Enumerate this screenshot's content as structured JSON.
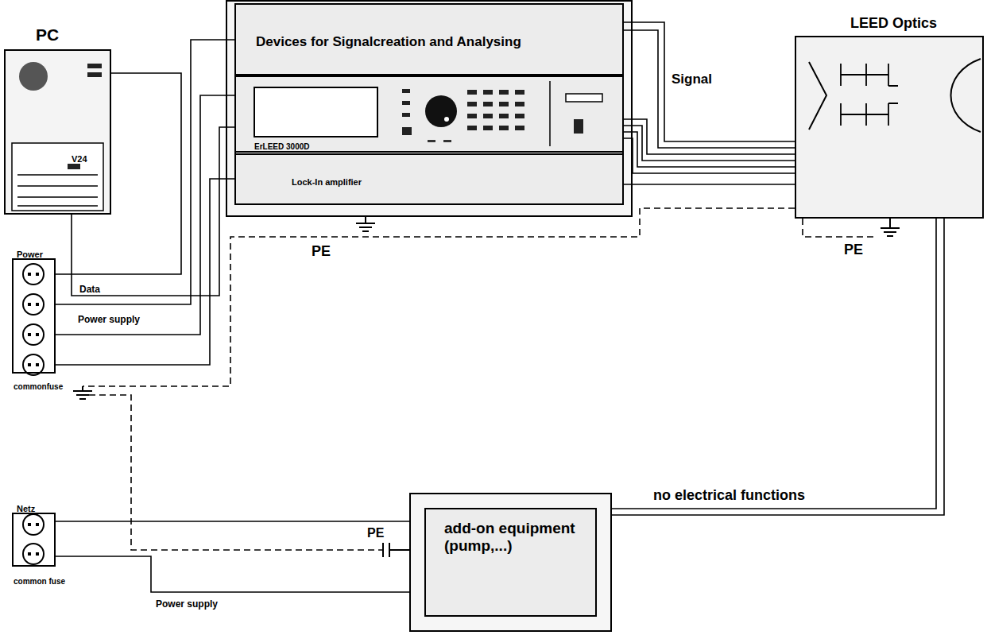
{
  "diagram": {
    "nodes": [
      {
        "text": [
          "PC",
          "V24"
        ]
      },
      {
        "text": [
          "Devices for Signalcreation and Analysing"
        ]
      },
      {
        "text": [
          "ErLEED 3000D"
        ]
      },
      {
        "text": [
          "Lock-In amplifier"
        ]
      },
      {
        "text": [
          "LEED Optics"
        ]
      },
      {
        "text": [
          "Power",
          "commonfuse"
        ]
      },
      {
        "text": [
          "add-on equipment (pump,...)"
        ]
      },
      {
        "text": [
          "Netz",
          "common fuse"
        ]
      }
    ],
    "edges": [
      {
        "from": 5,
        "to": 0,
        "arrow": "none"
      },
      {
        "from": 5,
        "to": 1,
        "arrow": "none",
        "label": "Power supply"
      },
      {
        "from": 5,
        "to": 2,
        "arrow": "none"
      },
      {
        "from": 5,
        "to": 3,
        "arrow": "none"
      },
      {
        "from": 0,
        "to": 2,
        "arrow": "none",
        "label": "Data"
      },
      {
        "from": 1,
        "to": 4,
        "arrow": "none"
      },
      {
        "from": 2,
        "to": 4,
        "arrow": "none",
        "label": "Signal"
      },
      {
        "from": 3,
        "to": 4,
        "arrow": "none"
      },
      {
        "from": 4,
        "to": 6,
        "arrow": "none",
        "label": "no electrical functions"
      },
      {
        "from": 7,
        "to": 6,
        "arrow": "none",
        "label": "Power supply"
      }
    ],
    "labels": [
      "PE",
      "PE",
      "PE"
    ]
  }
}
